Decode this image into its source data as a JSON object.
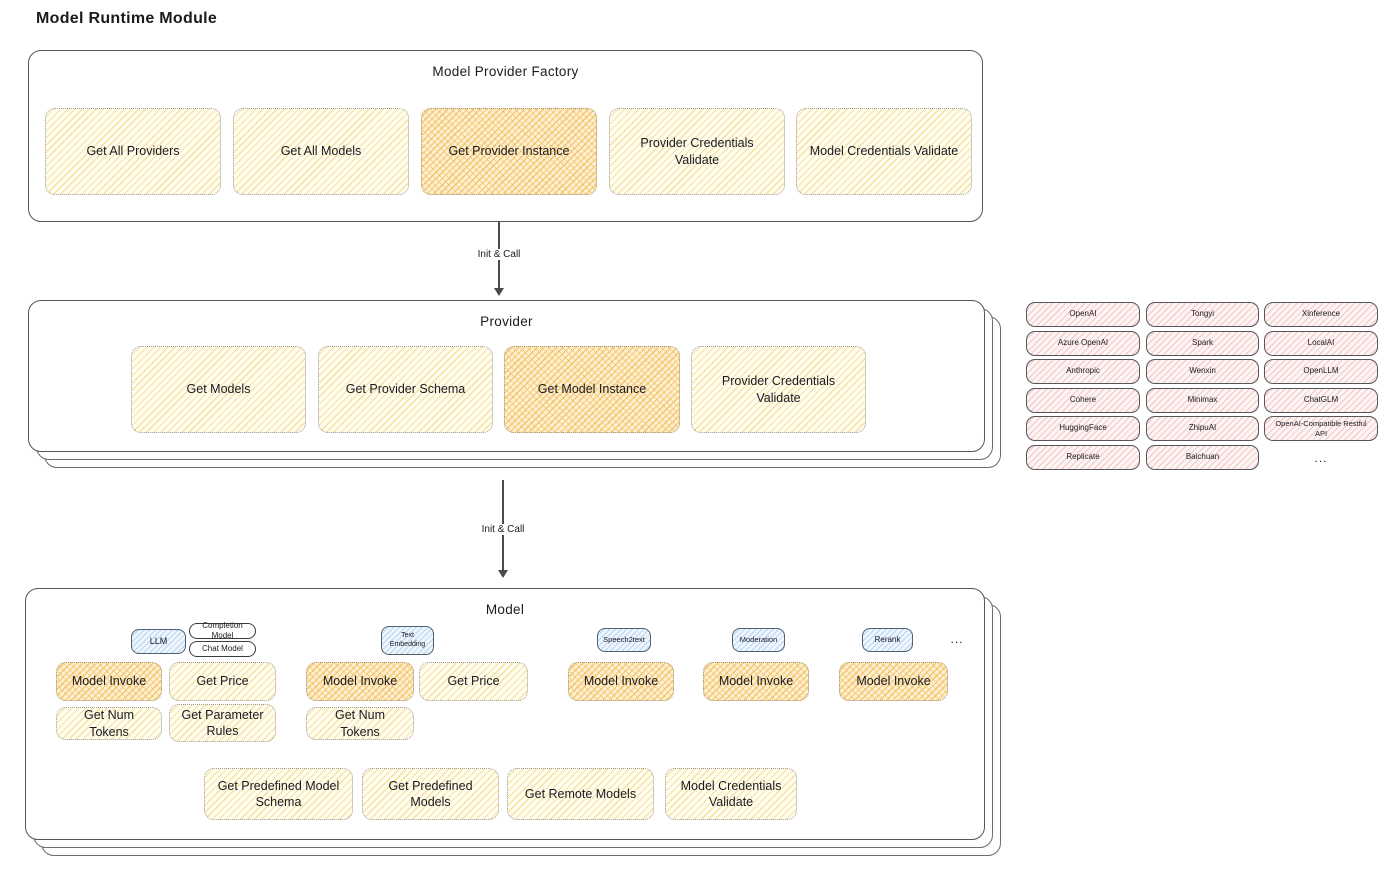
{
  "page": {
    "title": "Model Runtime Module"
  },
  "colors": {
    "yellow_hatch": "#f2c960",
    "orange_hatch": "#f2b242",
    "pink_hatch": "#eba0a0",
    "blue_hatch": "#82b4e1",
    "panel_border": "#55565c"
  },
  "factory": {
    "title": "Model Provider Factory",
    "items": [
      {
        "label": "Get All Providers"
      },
      {
        "label": "Get All Models"
      },
      {
        "label": "Get Provider Instance"
      },
      {
        "label": "Provider Credentials Validate"
      },
      {
        "label": "Model Credentials Validate"
      }
    ]
  },
  "arrows": {
    "init_call_1": "Init & Call",
    "init_call_2": "Init & Call"
  },
  "provider": {
    "title": "Provider",
    "items": [
      {
        "label": "Get Models"
      },
      {
        "label": "Get Provider Schema"
      },
      {
        "label": "Get Model Instance"
      },
      {
        "label": "Provider Credentials Validate"
      }
    ]
  },
  "providers_list": {
    "col1": [
      "OpenAI",
      "Azure OpenAI",
      "Anthropic",
      "Cohere",
      "HuggingFace",
      "Replicate"
    ],
    "col2": [
      "Tongyi",
      "Spark",
      "Wenxin",
      "Minimax",
      "ZhipuAI",
      "Baichuan"
    ],
    "col3": [
      "Xinference",
      "LocalAI",
      "OpenLLM",
      "ChatGLM",
      "OpenAI-Compatible Restful API"
    ],
    "ellipsis": "..."
  },
  "model": {
    "title": "Model",
    "tabs": {
      "llm": "LLM",
      "completion": "Completion Model",
      "chat": "Chat Model",
      "text_embedding": "Text Embedding",
      "speech2text": "Speech2text",
      "moderation": "Moderation",
      "rerank": "Rerank",
      "ellipsis": "..."
    },
    "llm_ops": [
      "Model Invoke",
      "Get Price",
      "Get Num Tokens",
      "Get Parameter Rules"
    ],
    "embedding_ops": [
      "Model Invoke",
      "Get Price",
      "Get Num Tokens"
    ],
    "speech2text_ops": [
      "Model Invoke"
    ],
    "moderation_ops": [
      "Model Invoke"
    ],
    "rerank_ops": [
      "Model Invoke"
    ],
    "common_ops": [
      "Get Predefined Model Schema",
      "Get Predefined Models",
      "Get Remote Models",
      "Model Credentials Validate"
    ]
  }
}
